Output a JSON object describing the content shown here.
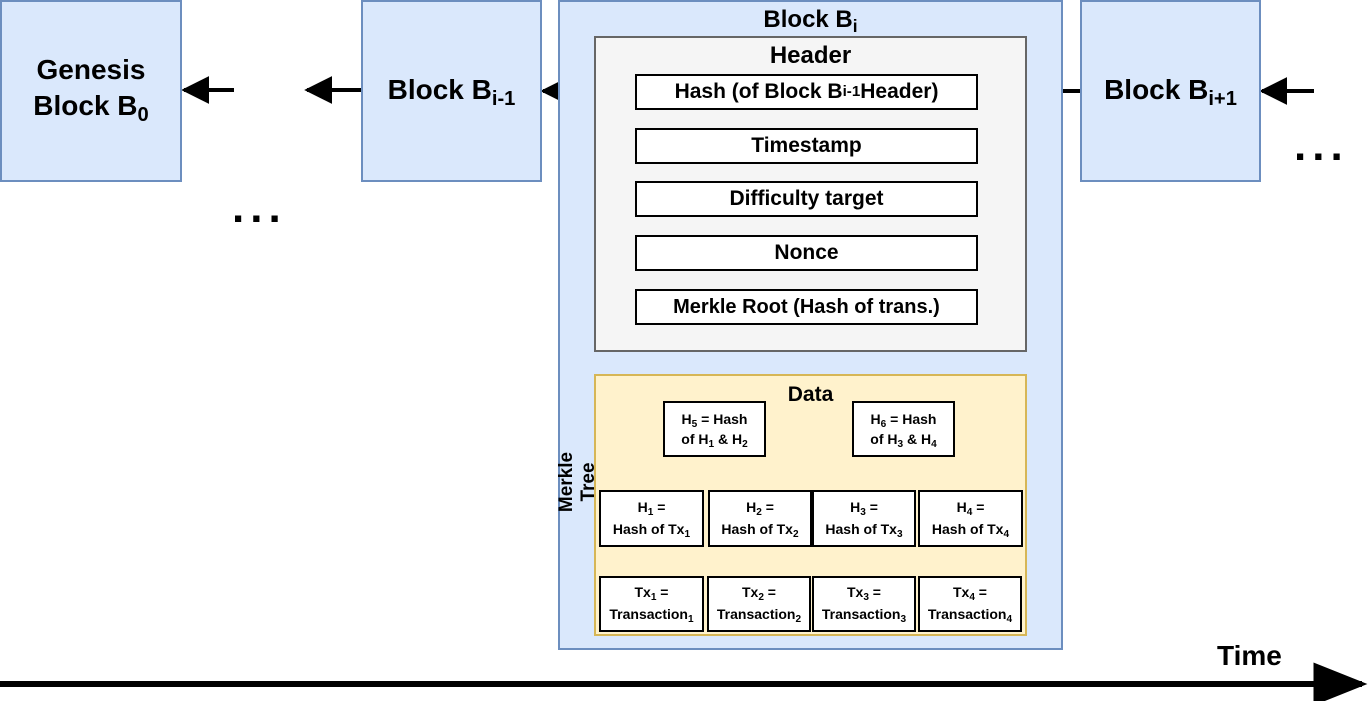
{
  "blocks": {
    "genesis": {
      "line1": "Genesis",
      "line2_main": "Block B",
      "line2_sub": "0"
    },
    "prev": {
      "main": "Block B",
      "sub": "i-1"
    },
    "current": {
      "main": "Block B",
      "sub": "i"
    },
    "next": {
      "main": "Block B",
      "sub": "i+1"
    }
  },
  "header": {
    "title": "Header",
    "hash_field": {
      "pre": "Hash (of Block B",
      "sub": "i-1",
      "post": " Header)"
    },
    "timestamp": "Timestamp",
    "difficulty": "Difficulty target",
    "nonce": "Nonce",
    "merkle_root": "Merkle Root (Hash of trans.)"
  },
  "data": {
    "title": "Data",
    "tree_label": "Merkle Tree",
    "h5": {
      "a": "H",
      "a_sub": "5",
      "b": " = Hash",
      "c": "of H",
      "c_sub": "1",
      "d": " & H",
      "d_sub": "2"
    },
    "h6": {
      "a": "H",
      "a_sub": "6",
      "b": " = Hash",
      "c": "of H",
      "c_sub": "3",
      "d": " & H",
      "d_sub": "4"
    },
    "hashes": [
      {
        "h": "H",
        "h_sub": "1",
        "eq": " =",
        "of": "Hash of Tx",
        "of_sub": "1"
      },
      {
        "h": "H",
        "h_sub": "2",
        "eq": " =",
        "of": "Hash of Tx",
        "of_sub": "2"
      },
      {
        "h": "H",
        "h_sub": "3",
        "eq": " =",
        "of": "Hash of Tx",
        "of_sub": "3"
      },
      {
        "h": "H",
        "h_sub": "4",
        "eq": " =",
        "of": "Hash of Tx",
        "of_sub": "4"
      }
    ],
    "txs": [
      {
        "tx": "Tx",
        "tx_sub": "1",
        "eq": " =",
        "t": "Transaction",
        "t_sub": "1"
      },
      {
        "tx": "Tx",
        "tx_sub": "2",
        "eq": " =",
        "t": "Transaction",
        "t_sub": "2"
      },
      {
        "tx": "Tx",
        "tx_sub": "3",
        "eq": " =",
        "t": "Transaction",
        "t_sub": "3"
      },
      {
        "tx": "Tx",
        "tx_sub": "4",
        "eq": " =",
        "t": "Transaction",
        "t_sub": "4"
      }
    ]
  },
  "ellipsis": "...",
  "time_label": "Time",
  "colors": {
    "block_fill": "#dae8fc",
    "block_stroke": "#6c8ebf",
    "header_fill": "#f5f5f5",
    "header_stroke": "#666666",
    "data_fill": "#fff2cc",
    "data_stroke": "#d6b656"
  }
}
